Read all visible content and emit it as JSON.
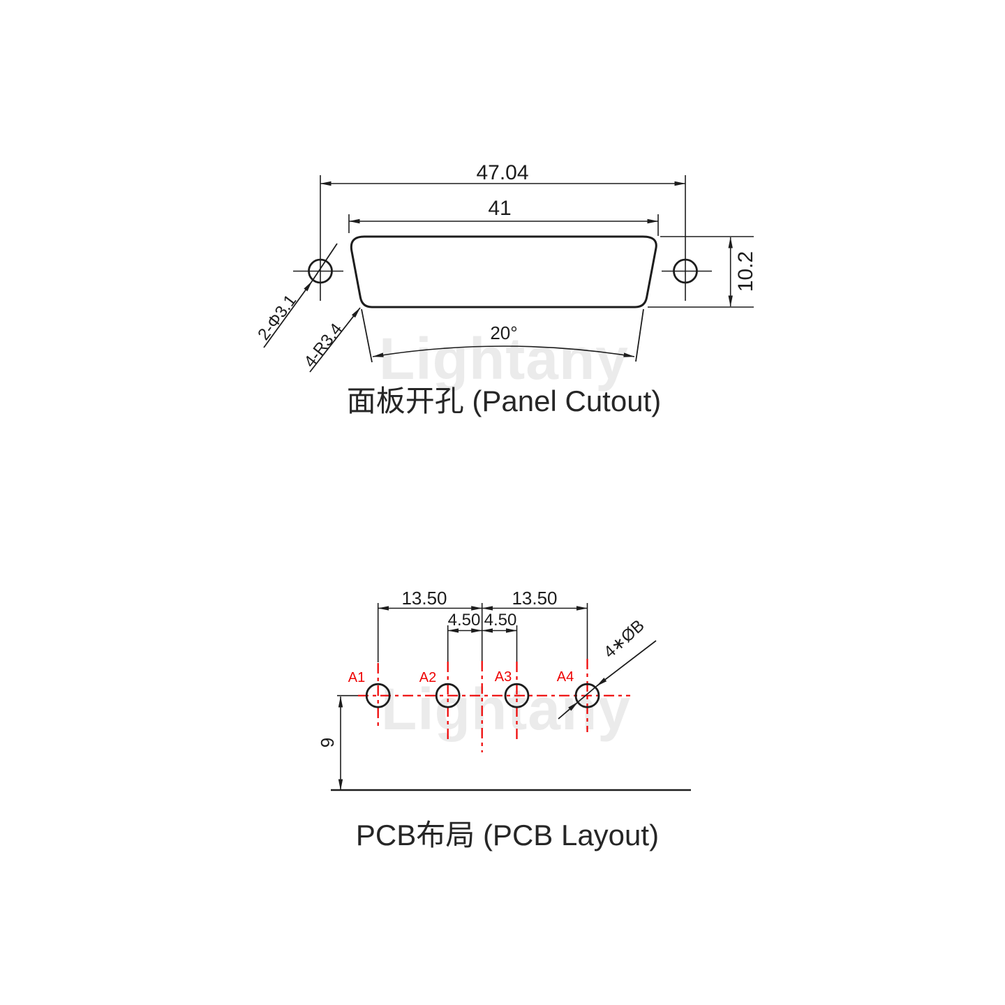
{
  "colors": {
    "ink": "#1d1d1d",
    "red": "#ee0202",
    "watermark": "#ebebeb",
    "background": "#ffffff"
  },
  "watermark_text": "Lightany",
  "panel_cutout": {
    "title": "面板开孔 (Panel Cutout)",
    "dim_outer_width": "47.04",
    "dim_inner_width": "41",
    "dim_height": "10.2",
    "dim_angle": "20°",
    "label_mount_holes": "2-Φ3.1",
    "label_corner_radius": "4-R3.4"
  },
  "pcb_layout": {
    "title": "PCB布局 (PCB Layout)",
    "dim_left_pitch": "13.50",
    "dim_right_pitch": "13.50",
    "dim_left_half": "4.50",
    "dim_right_half": "4.50",
    "dim_row_offset": "9",
    "label_hole_dia": "4∗ØB",
    "pins": [
      "A1",
      "A2",
      "A3",
      "A4"
    ]
  }
}
